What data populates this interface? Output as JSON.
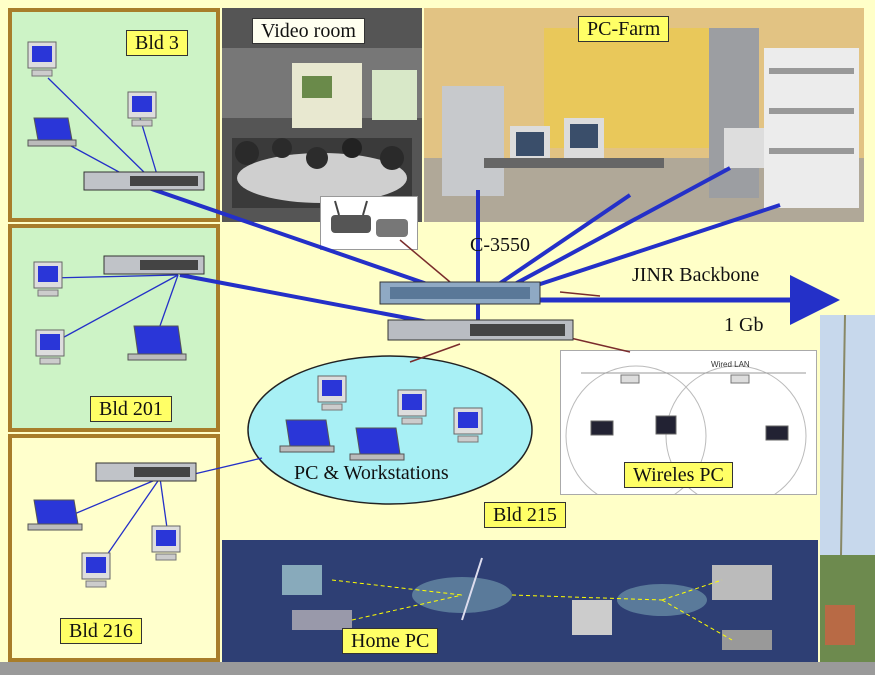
{
  "buildings": {
    "bld3": "Bld 3",
    "bld201": "Bld 201",
    "bld216": "Bld 216",
    "bld215": "Bld 215"
  },
  "photos": {
    "video_room": "Video room",
    "pc_farm": "PC-Farm",
    "home_pc": "Home PC"
  },
  "network": {
    "switch_name": "C-3550",
    "backbone": "JINR Backbone",
    "speed": "1 Gb",
    "workstations": "PC & Workstations",
    "wireless_pc": "Wireles PC",
    "wired_lan": "Wired LAN"
  },
  "colors": {
    "panel_green": "#cdf3c6",
    "panel_yellow": "#ffffcc",
    "backbone_blue": "#2430c8",
    "label_yellow": "#ffff66",
    "ellipse_cyan": "#a8f0f5",
    "border_brown": "#a87d2a"
  }
}
